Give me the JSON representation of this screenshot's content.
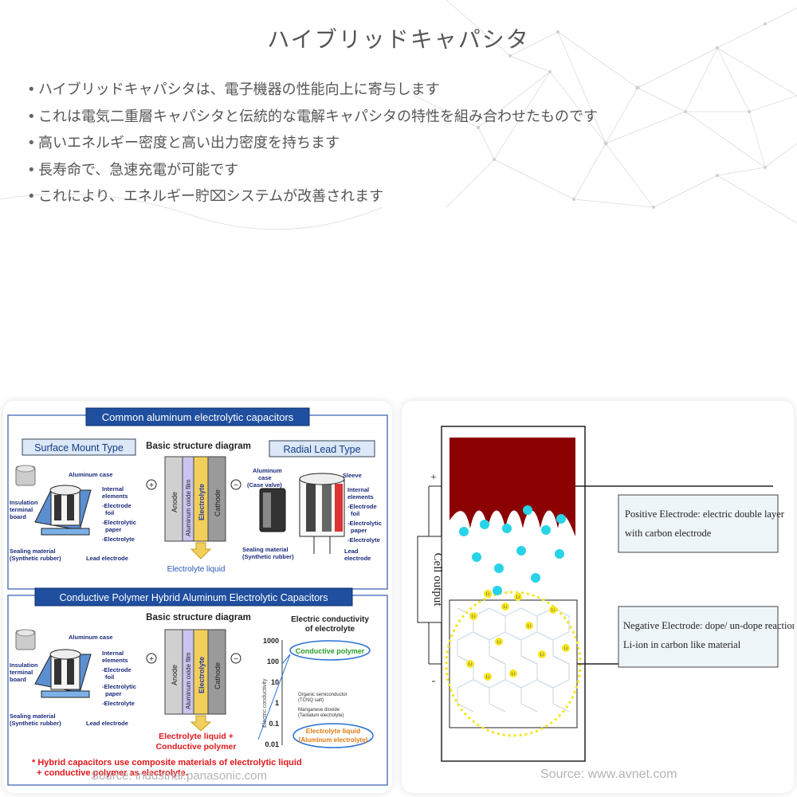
{
  "page": {
    "title": "ハイブリッドキャパシタ",
    "bullets": [
      "ハイブリッドキャパシタは、電子機器の性能向上に寄与します",
      "これは電気二重層キャパシタと伝統的な電解キャパシタの特性を組み合わせたものです",
      "高いエネルギー密度と高い出力密度を持ちます",
      "長寿命で、急速充電が可能です",
      "これにより、エネルギー貯⌧システムが改善されます"
    ]
  },
  "left_figure": {
    "top": {
      "title": "Common aluminum electrolytic capacitors",
      "smd_label": "Surface Mount Type",
      "radial_label": "Radial Lead Type",
      "basic_label": "Basic structure diagram",
      "smd_parts": [
        "Aluminum case",
        "Insulation",
        "terminal",
        "board",
        "Internal",
        "elements",
        "-Electrode",
        "foil",
        "-Electrolytic",
        "paper",
        "-Electrolyte",
        "Sealing material",
        "(Synthetic rubber)",
        "Lead electrode"
      ],
      "layers": [
        "Anode",
        "Aluminum oxide film",
        "Electrolyte",
        "Cathode"
      ],
      "plus": "+",
      "minus": "−",
      "arrow_caption": "Electrolyte liquid",
      "radial_parts": [
        "Aluminum",
        "case",
        "(Case valve)",
        "Sleeve",
        "Internal",
        "elements",
        "-Electrode",
        "foil",
        "-Electrolytic",
        "paper",
        "-Electrolyte",
        "Sealing material",
        "(Synthetic rubber)",
        "Lead",
        "electrode"
      ]
    },
    "bottom": {
      "title": "Conductive Polymer Hybrid Aluminum Electrolytic Capacitors",
      "basic_label": "Basic structure diagram",
      "layers": [
        "Anode",
        "Aluminum oxide film",
        "Electrolyte",
        "Cathode"
      ],
      "caption_line1": "Electrolyte liquid +",
      "caption_line2": "Conductive polymer",
      "cond_title1": "Electric conductivity",
      "cond_title2": "of electrolyte",
      "axis_label": "Electric conductivity",
      "ticks": [
        "1000",
        "100",
        "10",
        "1",
        "0.1",
        "0.01"
      ],
      "conductive_polymer": "Conductive polymer",
      "organic1": "Organic semiconductor",
      "organic2": "(TCNQ salt)",
      "mn1": "Manganese dioxide",
      "mn2": "(Tantalum electrolyte)",
      "liquid1": "Electrolyte liquid",
      "liquid2": "(Aluminum electrolyte)",
      "note1": "* Hybrid capacitors use composite materials of electrolytic liquid",
      "note2": "+ conductive polymer as electrolyte."
    },
    "source": "Source: industrial.panasonic.com"
  },
  "right_figure": {
    "plus": "+",
    "minus": "-",
    "cell_output": "Cell output",
    "positive_line1": "Positive Electrode: electric double layer",
    "positive_line2": "with carbon electrode",
    "negative_line1": "Negative Electrode: dope/ un-dope reaction of",
    "negative_line2": "Li-ion in carbon like material",
    "li_label": "Li",
    "source": "Source: www.avnet.com"
  },
  "colors": {
    "title_text": "#555555",
    "panel_header_blue": "#1f4f9e",
    "electrolyte_yellow": "#f2cf5a",
    "oxide_lavender": "#c9c5ee",
    "positive_electrode": "#8b0000",
    "ion_cyan": "#27d3e6",
    "li_yellow": "#f5e51c",
    "red_note": "#e0181b"
  }
}
